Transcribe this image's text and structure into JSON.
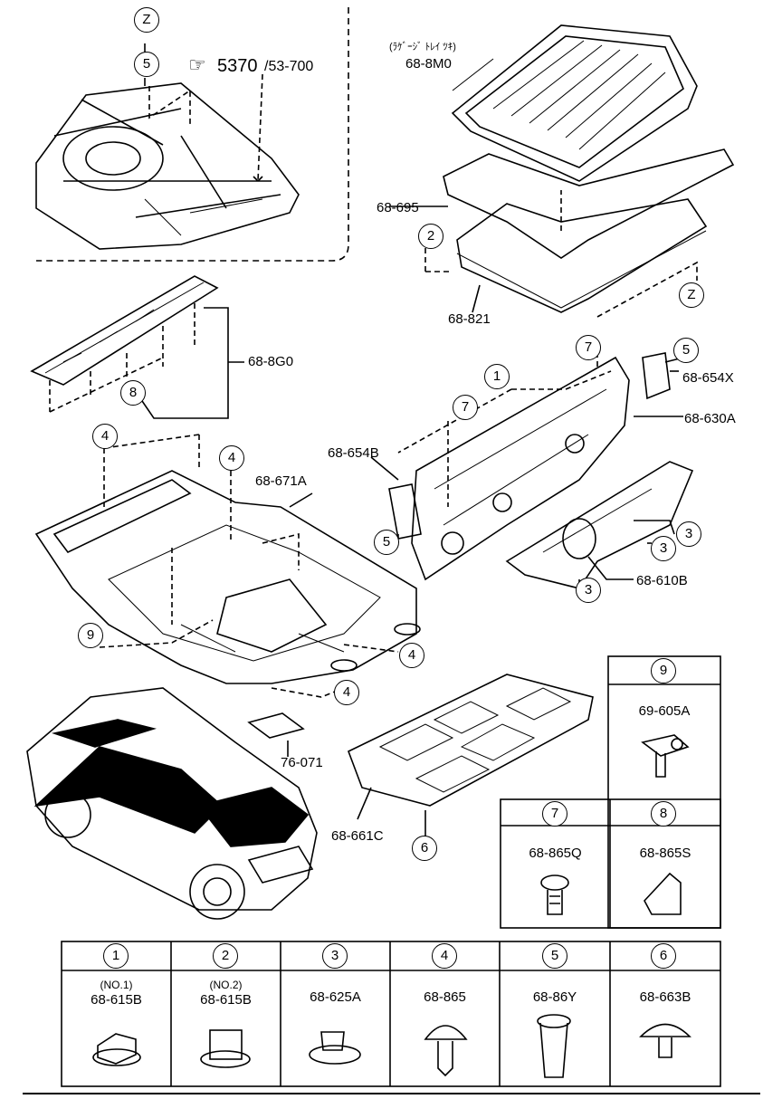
{
  "callouts": {
    "z1": "Z",
    "z2": "Z",
    "c5_top": "5",
    "ref_main": "5370",
    "ref_sub": "/53-700",
    "jp_note": "(ﾗｹﾞｰｼﾞ ﾄﾚｲ ﾂｷ)",
    "p_68_8M0": "68-8M0",
    "p_68_695": "68-695",
    "c2": "2",
    "p_68_821": "68-821",
    "p_68_8G0": "68-8G0",
    "c8": "8",
    "c7a": "7",
    "c7b": "7",
    "c1": "1",
    "c5b": "5",
    "c5c": "5",
    "p_68_654X": "68-654X",
    "p_68_630A": "68-630A",
    "p_68_654B": "68-654B",
    "c4a": "4",
    "c4b": "4",
    "c4c": "4",
    "c4d": "4",
    "p_68_671A": "68-671A",
    "c3a": "3",
    "c3b": "3",
    "c3c": "3",
    "p_68_610B": "68-610B",
    "c9": "9",
    "p_76_071": "76-071",
    "p_68_661C": "68-661C",
    "c6": "6"
  },
  "fasteners_side": [
    {
      "num": "9",
      "part": "69-605A"
    },
    {
      "num": "7",
      "part": "68-865Q"
    },
    {
      "num": "8",
      "part": "68-865S"
    }
  ],
  "fasteners_bottom": [
    {
      "num": "1",
      "note": "(NO.1)",
      "part": "68-615B"
    },
    {
      "num": "2",
      "note": "(NO.2)",
      "part": "68-615B"
    },
    {
      "num": "3",
      "note": "",
      "part": "68-625A"
    },
    {
      "num": "4",
      "note": "",
      "part": "68-865"
    },
    {
      "num": "5",
      "note": "",
      "part": "68-86Y"
    },
    {
      "num": "6",
      "note": "",
      "part": "68-663B"
    }
  ]
}
